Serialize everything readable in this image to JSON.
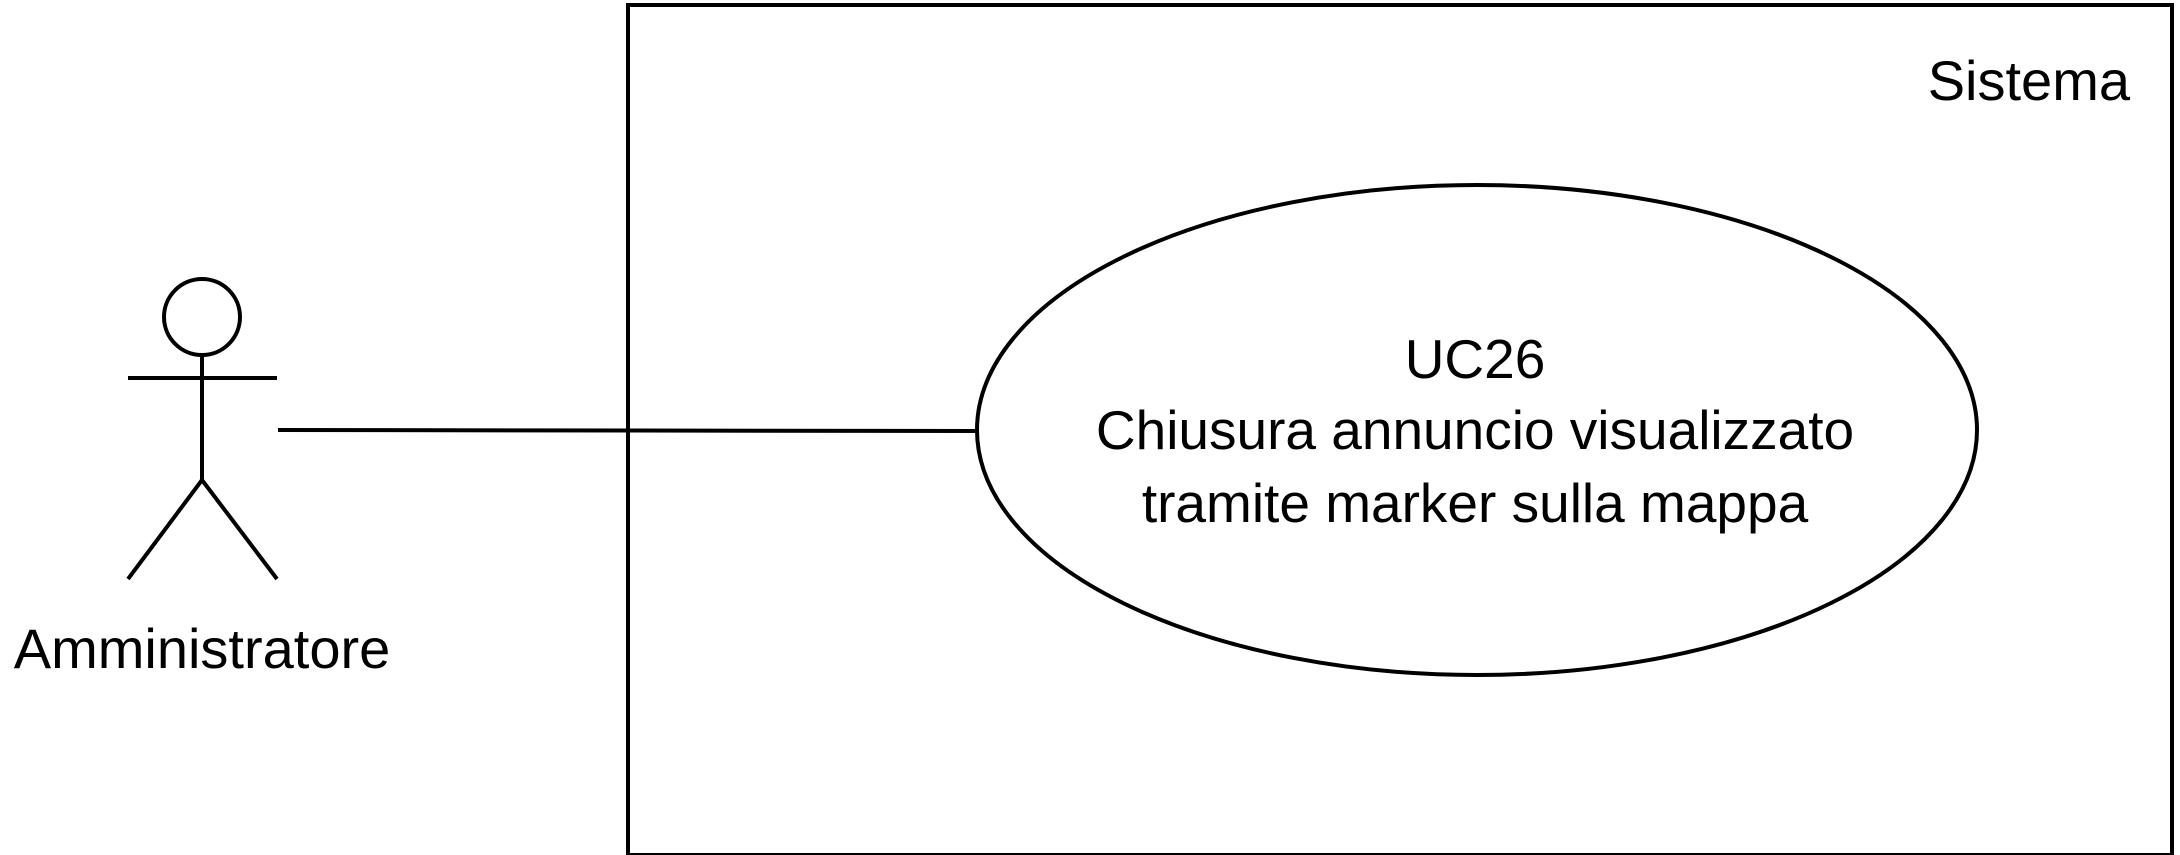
{
  "system": {
    "label": "Sistema"
  },
  "actor": {
    "name": "Amministratore",
    "icon": "stick-figure-icon"
  },
  "use_case": {
    "id": "UC26",
    "title_line_1": "Chiusura annuncio visualizzato",
    "title_line_2": "tramite marker sulla mappa"
  },
  "colors": {
    "stroke": "#000000",
    "background": "#ffffff"
  }
}
